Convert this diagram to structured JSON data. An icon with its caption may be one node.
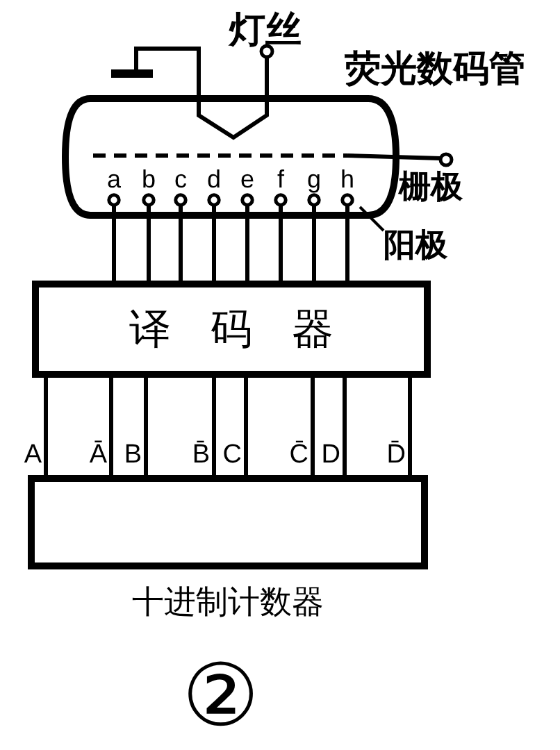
{
  "diagram": {
    "nodes": [
      {
        "text": [
          "荧光数码管"
        ]
      },
      {
        "text": [
          "a"
        ],
        "in": 0
      },
      {
        "text": [
          "b"
        ],
        "in": 0
      },
      {
        "text": [
          "c"
        ],
        "in": 0
      },
      {
        "text": [
          "d"
        ],
        "in": 0
      },
      {
        "text": [
          "e"
        ],
        "in": 0
      },
      {
        "text": [
          "f"
        ],
        "in": 0
      },
      {
        "text": [
          "g"
        ],
        "in": 0
      },
      {
        "text": [
          "h"
        ],
        "in": 0
      },
      {
        "text": [
          "译 码 器"
        ]
      },
      {
        "text": [
          "十进制计数器"
        ]
      },
      {
        "text": [
          "阳极"
        ]
      }
    ],
    "edges": [
      {
        "from": 1,
        "to": 9,
        "arrow": "none"
      },
      {
        "from": 2,
        "to": 9,
        "arrow": "none"
      },
      {
        "from": 3,
        "to": 9,
        "arrow": "none"
      },
      {
        "from": 4,
        "to": 9,
        "arrow": "none"
      },
      {
        "from": 5,
        "to": 9,
        "arrow": "none"
      },
      {
        "from": 6,
        "to": 9,
        "arrow": "none"
      },
      {
        "from": 7,
        "to": 9,
        "arrow": "none"
      },
      {
        "from": 8,
        "to": 9,
        "arrow": "none"
      },
      {
        "from": 10,
        "to": 9,
        "arrow": "none",
        "label": "A"
      },
      {
        "from": 10,
        "to": 9,
        "arrow": "none",
        "label": "Ā"
      },
      {
        "from": 10,
        "to": 9,
        "arrow": "none",
        "label": "B"
      },
      {
        "from": 10,
        "to": 9,
        "arrow": "none",
        "label": "B̄"
      },
      {
        "from": 10,
        "to": 9,
        "arrow": "none",
        "label": "C"
      },
      {
        "from": 10,
        "to": 9,
        "arrow": "none",
        "label": "C̄"
      },
      {
        "from": 10,
        "to": 9,
        "arrow": "none",
        "label": "D"
      },
      {
        "from": 10,
        "to": 9,
        "arrow": "none",
        "label": "D̄"
      },
      {
        "from": 11,
        "to": 8,
        "arrow": "none"
      }
    ],
    "labels": [
      "灯丝",
      "栅极",
      "②"
    ]
  }
}
